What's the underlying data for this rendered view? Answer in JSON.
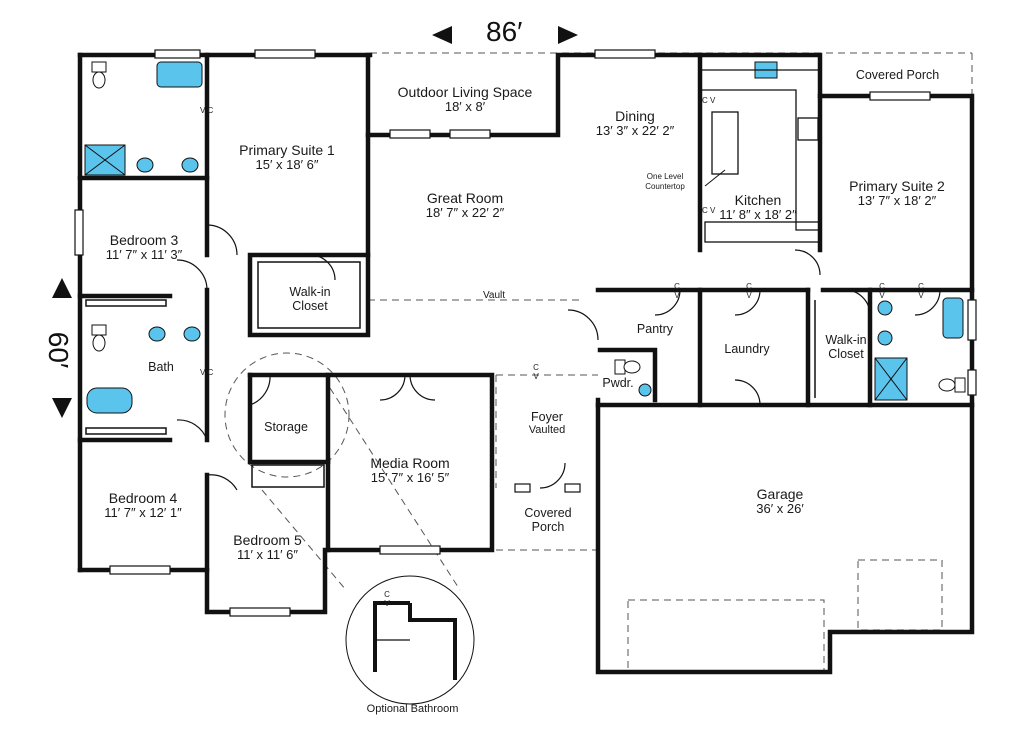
{
  "dimensions": {
    "width": "86′",
    "depth": "60′"
  },
  "rooms": {
    "outdoor_living": {
      "name": "Outdoor Living Space",
      "size": "18′ x 8′"
    },
    "dining": {
      "name": "Dining",
      "size": "13′ 3″ x 22′ 2″"
    },
    "covered_porch_rear": {
      "name": "Covered Porch"
    },
    "primary_suite_1": {
      "name": "Primary Suite 1",
      "size": "15′ x 18′ 6″"
    },
    "great_room": {
      "name": "Great Room",
      "size": "18′ 7″ x 22′ 2″"
    },
    "kitchen": {
      "name": "Kitchen",
      "size": "11′ 8″ x 18′ 2″"
    },
    "primary_suite_2": {
      "name": "Primary Suite 2",
      "size": "13′ 7″ x 18′ 2″"
    },
    "bedroom_3": {
      "name": "Bedroom 3",
      "size": "11′ 7″ x 11′ 3″"
    },
    "walk_in_closet_1": {
      "name": "Walk-in",
      "name2": "Closet"
    },
    "pantry": {
      "name": "Pantry"
    },
    "laundry": {
      "name": "Laundry"
    },
    "walk_in_closet_2": {
      "name": "Walk-in",
      "name2": "Closet"
    },
    "bath": {
      "name": "Bath"
    },
    "powder": {
      "name": "Pwdr."
    },
    "storage": {
      "name": "Storage"
    },
    "foyer": {
      "name": "Foyer",
      "note": "Vaulted"
    },
    "media_room": {
      "name": "Media Room",
      "size": "15′ 7″ x 16′ 5″"
    },
    "garage": {
      "name": "Garage",
      "size": "36′ x 26′"
    },
    "bedroom_4": {
      "name": "Bedroom 4",
      "size": "11′ 7″ x 12′ 1″"
    },
    "bedroom_5": {
      "name": "Bedroom 5",
      "size": "11′ x 11′ 6″"
    },
    "covered_porch_front": {
      "name": "Covered",
      "name2": "Porch"
    }
  },
  "annotations": {
    "vault": "Vault",
    "countertop_line1": "One Level",
    "countertop_line2": "Countertop",
    "optional_bathroom": "Optional Bathroom",
    "cv": "C V",
    "vc": "V C"
  },
  "colors": {
    "wall": "#111111",
    "fixture_blue": "#5bc4ec",
    "dashed": "#555555"
  }
}
